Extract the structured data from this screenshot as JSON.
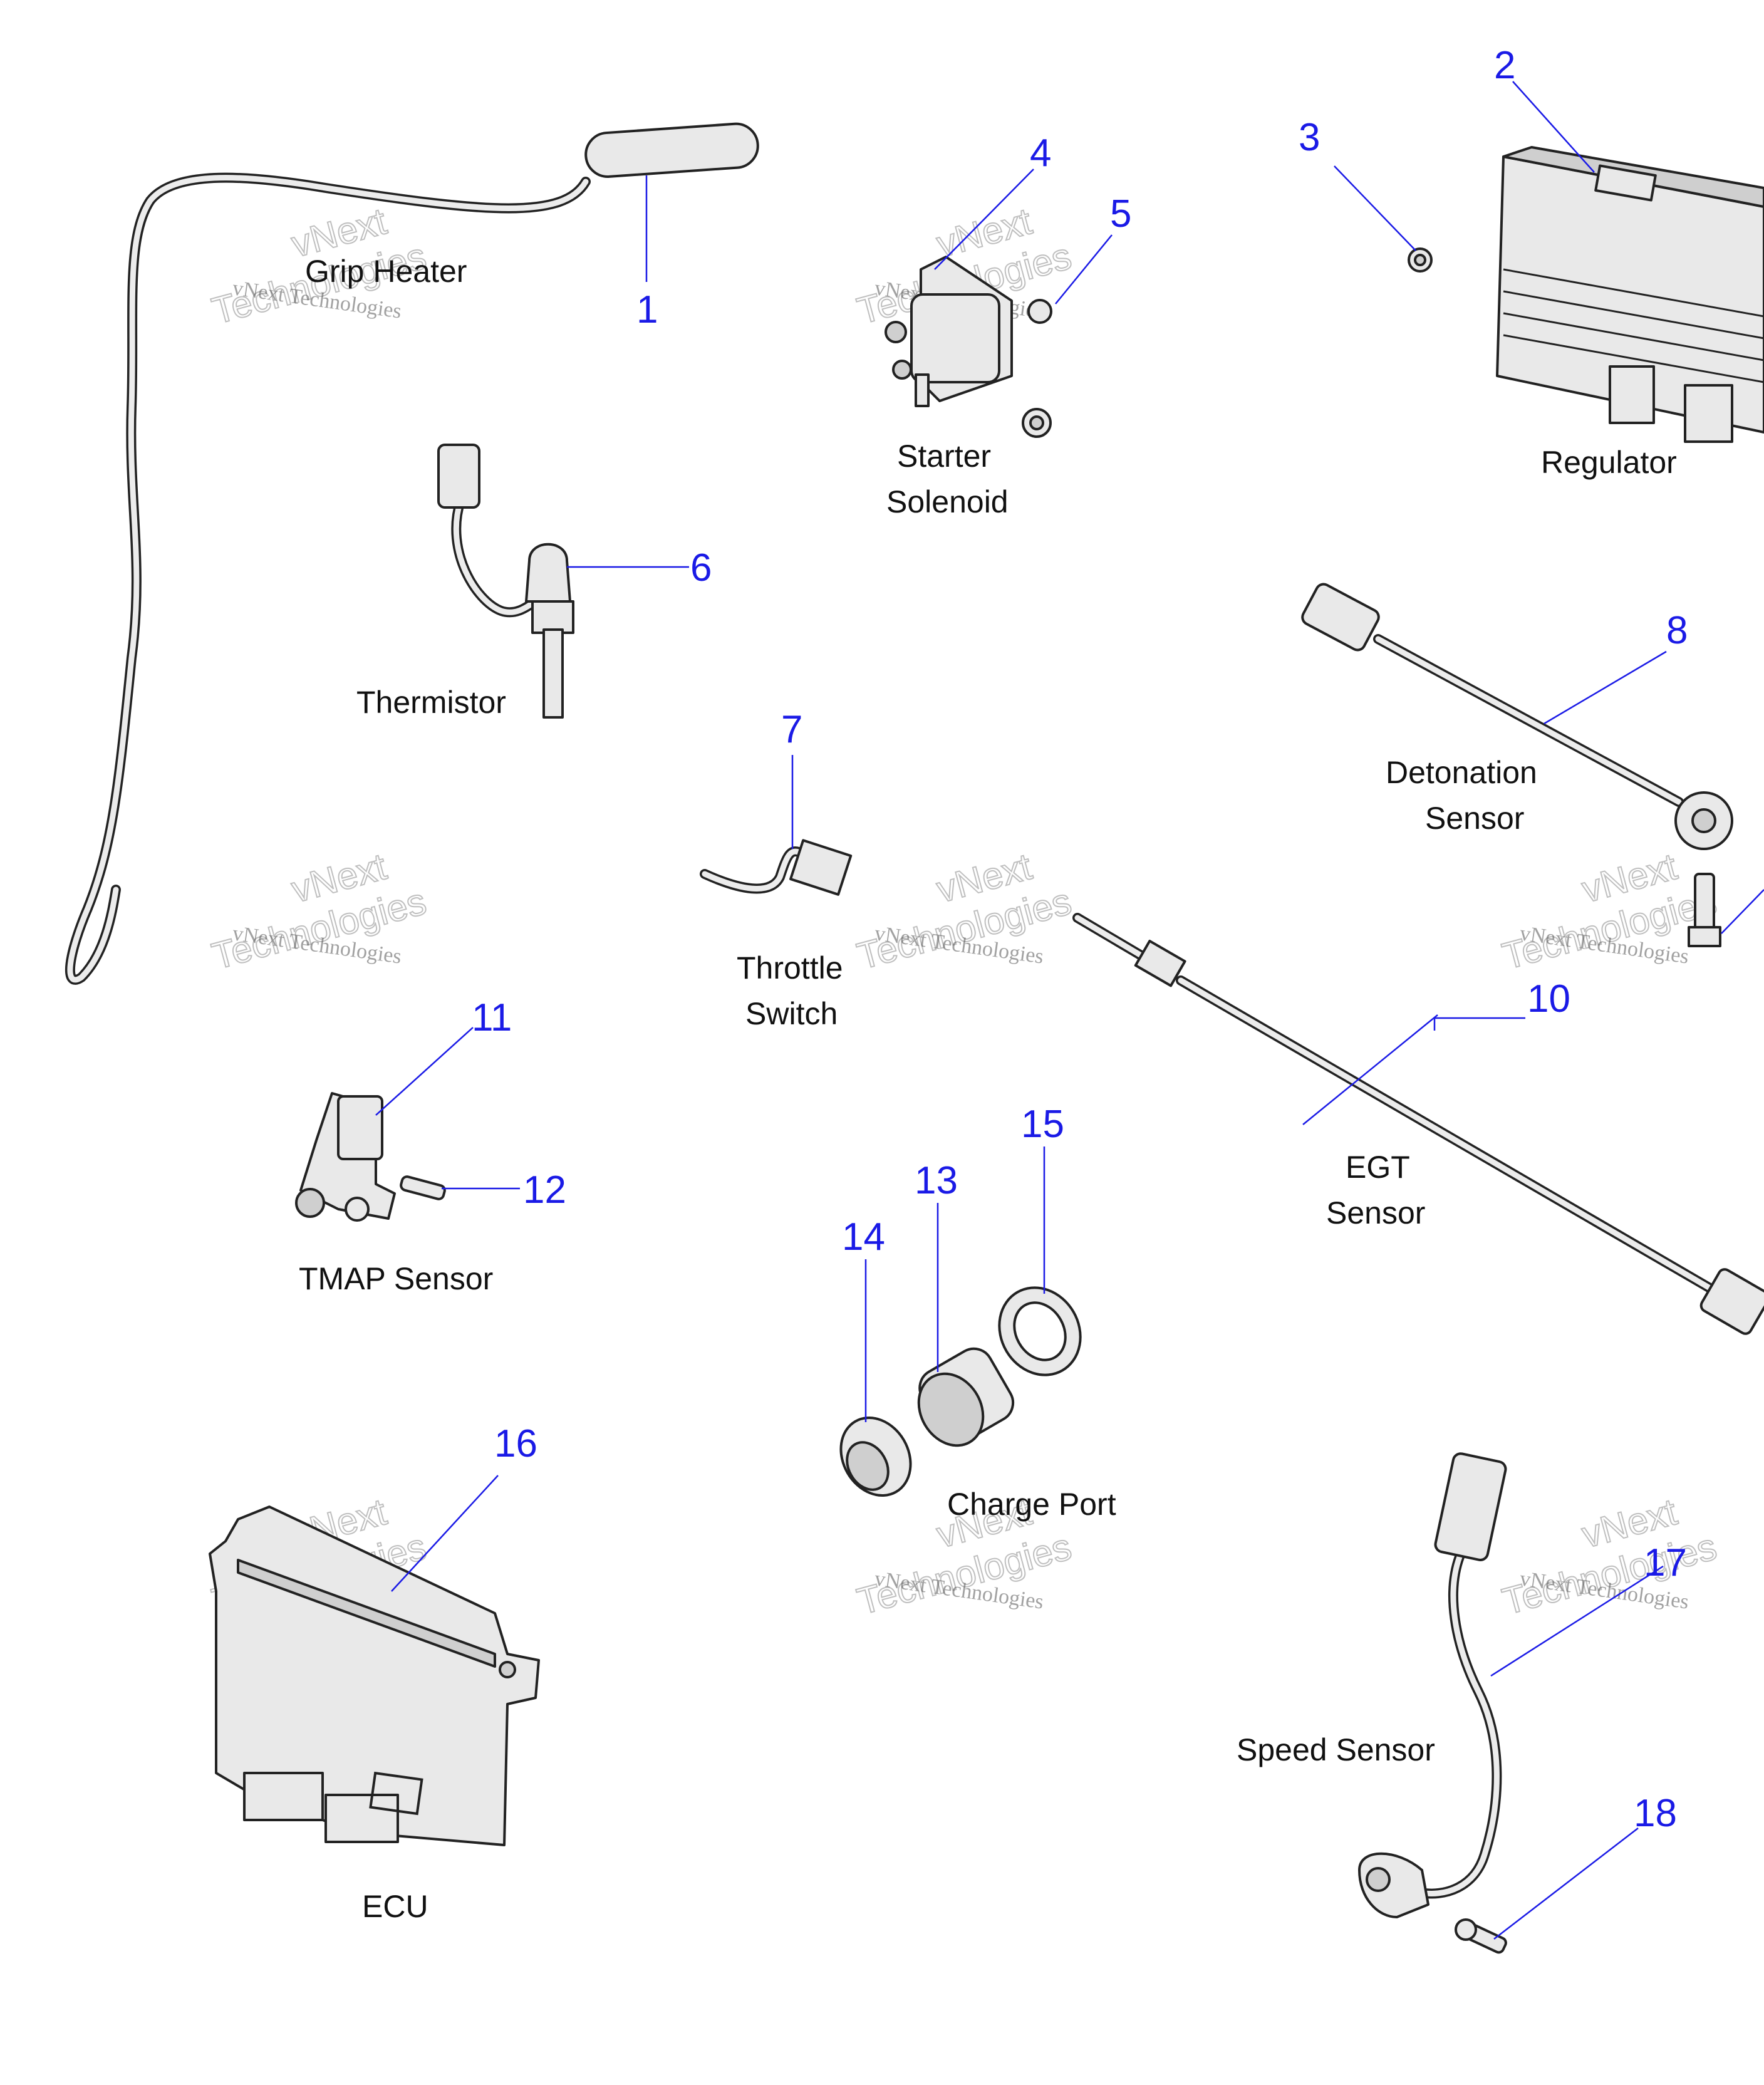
{
  "parts": {
    "grip_heater": "Grip Heater",
    "starter_solenoid_1": "Starter",
    "starter_solenoid_2": "Solenoid",
    "regulator": "Regulator",
    "thermistor": "Thermistor",
    "detonation_sensor_1": "Detonation",
    "detonation_sensor_2": "Sensor",
    "throttle_switch_1": "Throttle",
    "throttle_switch_2": "Switch",
    "egt_sensor_1": "EGT",
    "egt_sensor_2": "Sensor",
    "tmap_sensor": "TMAP Sensor",
    "charge_port": "Charge Port",
    "ecu": "ECU",
    "speed_sensor": "Speed Sensor"
  },
  "callouts": {
    "c1": "1",
    "c2": "2",
    "c3": "3",
    "c4": "4",
    "c5": "5",
    "c6": "6",
    "c7": "7",
    "c8": "8",
    "c10": "10",
    "c11": "11",
    "c12": "12",
    "c13": "13",
    "c14": "14",
    "c15": "15",
    "c16": "16",
    "c17": "17",
    "c18": "18"
  },
  "watermark": {
    "line1": "vNext Technologies",
    "line2": "vNext",
    "line3": "Technologies"
  },
  "colors": {
    "callout": "#1a1ae6",
    "label": "#111111",
    "part_fill": "#e9e9e9",
    "outline": "#222222"
  }
}
